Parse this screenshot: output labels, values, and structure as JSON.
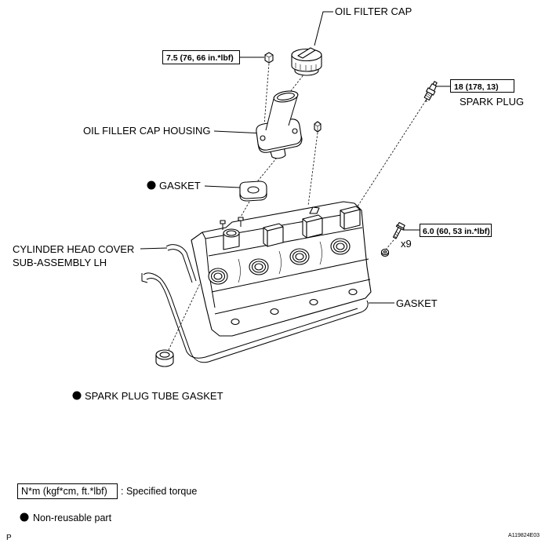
{
  "parts": {
    "oil_filter_cap": "OIL FILTER CAP",
    "oil_filler_cap_housing": "OIL FILLER CAP HOUSING",
    "housing_gasket": "GASKET",
    "cylinder_head_cover_line1": "CYLINDER HEAD COVER",
    "cylinder_head_cover_line2": "SUB-ASSEMBLY LH",
    "spark_plug": "SPARK PLUG",
    "cover_gasket": "GASKET",
    "spark_plug_tube_gasket": "SPARK PLUG TUBE GASKET"
  },
  "torque_specs": {
    "housing_nut": "7.5 (76, 66 in.*lbf)",
    "spark_plug": "18 (178, 13)",
    "cover_bolt": "6.0 (60, 53 in.*lbf)"
  },
  "cover_bolt_quantity": "x9",
  "legend": {
    "torque_unit": "N*m (kgf*cm, ft.*lbf)",
    "torque_desc": ": Specified torque",
    "non_reusable": "Non-reusable part",
    "non_reusable_marker": "filled-circle-icon"
  },
  "footer": {
    "page_marker": "P",
    "figure_id": "A119824E03"
  },
  "colors": {
    "line": "#000000",
    "background": "#ffffff"
  }
}
